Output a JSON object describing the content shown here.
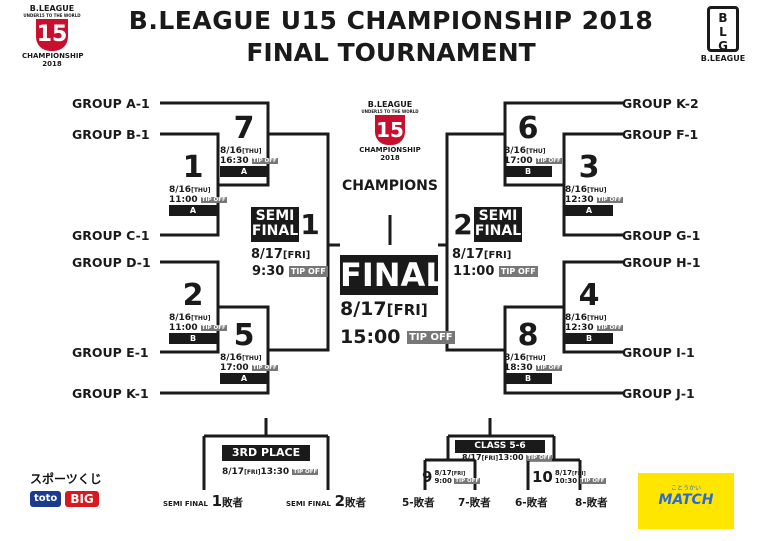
{
  "header": {
    "title_line1": "B.LEAGUE U15 CHAMPIONSHIP 2018",
    "title_line2": "FINAL TOURNAMENT"
  },
  "logo_left": {
    "top": "B.LEAGUE",
    "tagline": "UNDER15 TO THE WORLD",
    "num": "15",
    "bottom1": "CHAMPIONSHIP",
    "bottom2": "2018"
  },
  "logo_center": {
    "top": "B.LEAGUE",
    "tagline": "UNDER15 TO THE WORLD",
    "num": "15",
    "bottom1": "CHAMPIONSHIP",
    "bottom2": "2018"
  },
  "logo_right": {
    "label": "B.LEAGUE"
  },
  "champions_label": "CHAMPIONS",
  "groups_left": [
    "GROUP A-1",
    "GROUP B-1",
    "GROUP C-1",
    "GROUP D-1",
    "GROUP E-1",
    "GROUP K-1"
  ],
  "groups_right": [
    "GROUP K-2",
    "GROUP F-1",
    "GROUP G-1",
    "GROUP H-1",
    "GROUP I-1",
    "GROUP J-1"
  ],
  "tipoff": "TIP OFF",
  "games": {
    "g1": {
      "num": "1",
      "date": "8/16",
      "day": "[THU]",
      "time": "11:00",
      "venue": "A"
    },
    "g2": {
      "num": "2",
      "date": "8/16",
      "day": "[THU]",
      "time": "11:00",
      "venue": "B"
    },
    "g3": {
      "num": "3",
      "date": "8/16",
      "day": "[THU]",
      "time": "12:30",
      "venue": "A"
    },
    "g4": {
      "num": "4",
      "date": "8/16",
      "day": "[THU]",
      "time": "12:30",
      "venue": "B"
    },
    "g5": {
      "num": "5",
      "date": "8/16",
      "day": "[THU]",
      "time": "17:00",
      "venue": "A"
    },
    "g6": {
      "num": "6",
      "date": "8/16",
      "day": "[THU]",
      "time": "17:00",
      "venue": "B"
    },
    "g7": {
      "num": "7",
      "date": "8/16",
      "day": "[THU]",
      "time": "16:30",
      "venue": "A"
    },
    "g8": {
      "num": "8",
      "date": "8/16",
      "day": "[THU]",
      "time": "18:30",
      "venue": "B"
    }
  },
  "semi1": {
    "word1": "SEMI",
    "word2": "FINAL",
    "num": "1",
    "date": "8/17",
    "day": "[FRI]",
    "time": "9:30"
  },
  "semi2": {
    "num": "2",
    "word1": "SEMI",
    "word2": "FINAL",
    "date": "8/17",
    "day": "[FRI]",
    "time": "11:00"
  },
  "final": {
    "label": "FINAL",
    "date": "8/17",
    "day": "[FRI]",
    "time": "15:00"
  },
  "third_place": {
    "label": "3RD PLACE",
    "date": "8/17",
    "day": "[FRI]",
    "time": "13:30",
    "left_pre": "SEMI FINAL",
    "left_num": "1",
    "left_post": "敗者",
    "right_pre": "SEMI FINAL",
    "right_num": "2",
    "right_post": "敗者"
  },
  "class56": {
    "label": "CLASS 5-6",
    "date": "8/17",
    "day": "[FRI]",
    "time": "13:00"
  },
  "g9": {
    "num": "9",
    "date": "8/17",
    "day": "[FRI]",
    "time": "9:00"
  },
  "g10": {
    "num": "10",
    "date": "8/17",
    "day": "[FRI]",
    "time": "10:30"
  },
  "losers": {
    "l1": "5-敗者",
    "l2": "7-敗者",
    "l3": "6-敗者",
    "l4": "8-敗者"
  },
  "sponsor_left": {
    "line1": "スポーツくじ",
    "toto": "toto",
    "big": "BIG"
  },
  "sponsor_right": {
    "small": "ことうかい",
    "label": "MATCH"
  }
}
